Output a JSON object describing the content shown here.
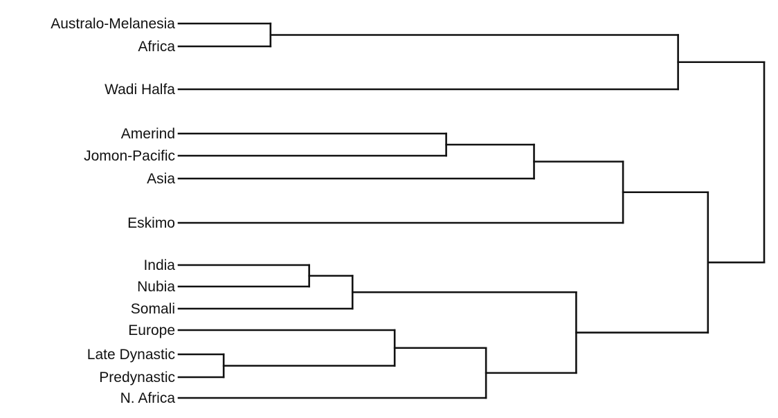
{
  "chart_data": {
    "type": "dendrogram",
    "orientation": "leaves-left",
    "line_color": "#111111",
    "leaves": [
      "Australo-Melanesia",
      "Africa",
      "Wadi Halfa",
      "Amerind",
      "Jomon-Pacific",
      "Asia",
      "Eskimo",
      "India",
      "Nubia",
      "Somali",
      "Europe",
      "Late Dynastic",
      "Predynastic",
      "N. Africa"
    ],
    "merges": [
      {
        "id": "c1",
        "children": [
          "Australo-Melanesia",
          "Africa"
        ],
        "height": 0.157
      },
      {
        "id": "c2",
        "children": [
          "c1",
          "Wadi Halfa"
        ],
        "height": 0.853
      },
      {
        "id": "c3",
        "children": [
          "Amerind",
          "Jomon-Pacific"
        ],
        "height": 0.457
      },
      {
        "id": "c4",
        "children": [
          "c3",
          "Asia"
        ],
        "height": 0.607
      },
      {
        "id": "c5",
        "children": [
          "c4",
          "Eskimo"
        ],
        "height": 0.759
      },
      {
        "id": "c6",
        "children": [
          "India",
          "Nubia"
        ],
        "height": 0.223
      },
      {
        "id": "c7",
        "children": [
          "c6",
          "Somali"
        ],
        "height": 0.297
      },
      {
        "id": "c8",
        "children": [
          "Late Dynastic",
          "Predynastic"
        ],
        "height": 0.077
      },
      {
        "id": "c9",
        "children": [
          "Europe",
          "c8"
        ],
        "height": 0.369
      },
      {
        "id": "c10",
        "children": [
          "c9",
          "N. Africa"
        ],
        "height": 0.525
      },
      {
        "id": "c11",
        "children": [
          "c7",
          "c10"
        ],
        "height": 0.679
      },
      {
        "id": "c12",
        "children": [
          "c5",
          "c11"
        ],
        "height": 0.904
      },
      {
        "id": "c13",
        "children": [
          "c2",
          "c12"
        ],
        "height": 1.0
      }
    ]
  }
}
